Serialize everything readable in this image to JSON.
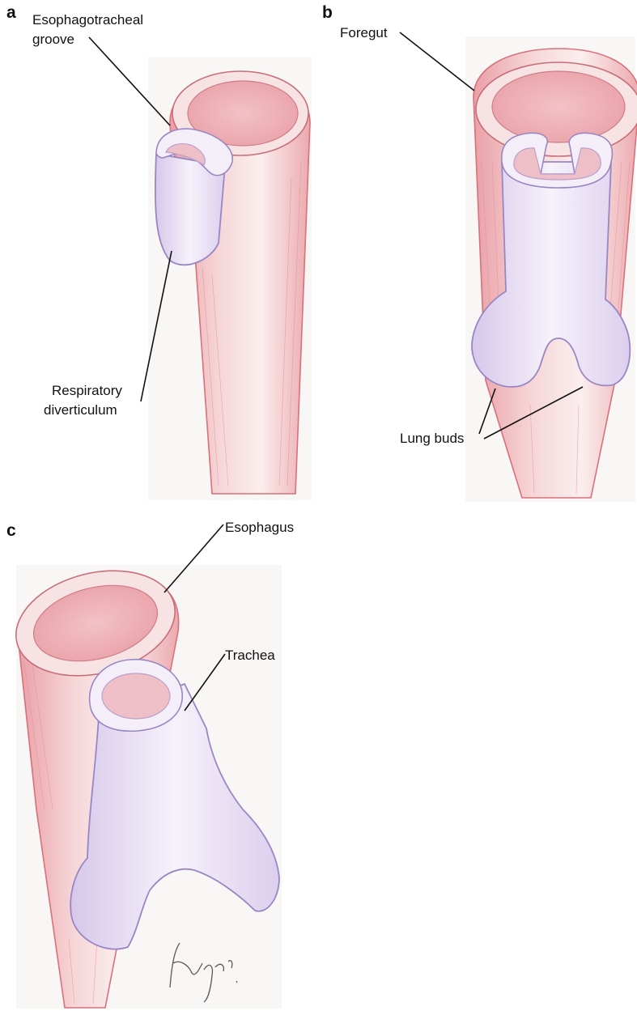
{
  "panels": {
    "a": {
      "letter": "a",
      "labels": {
        "groove_line1": "Esophagotracheal",
        "groove_line2": "groove",
        "diverticulum_line1": "Respiratory",
        "diverticulum_line2": "diverticulum"
      }
    },
    "b": {
      "letter": "b",
      "labels": {
        "foregut": "Foregut",
        "lung_buds": "Lung buds"
      }
    },
    "c": {
      "letter": "c",
      "labels": {
        "esophagus": "Esophagus",
        "trachea": "Trachea"
      }
    }
  },
  "colors": {
    "esophagus_pink": "#e98a93",
    "respiratory_lilac": "#c9b8e2",
    "outline_purple": "#9b86c4",
    "background": "#f8f7f5"
  }
}
